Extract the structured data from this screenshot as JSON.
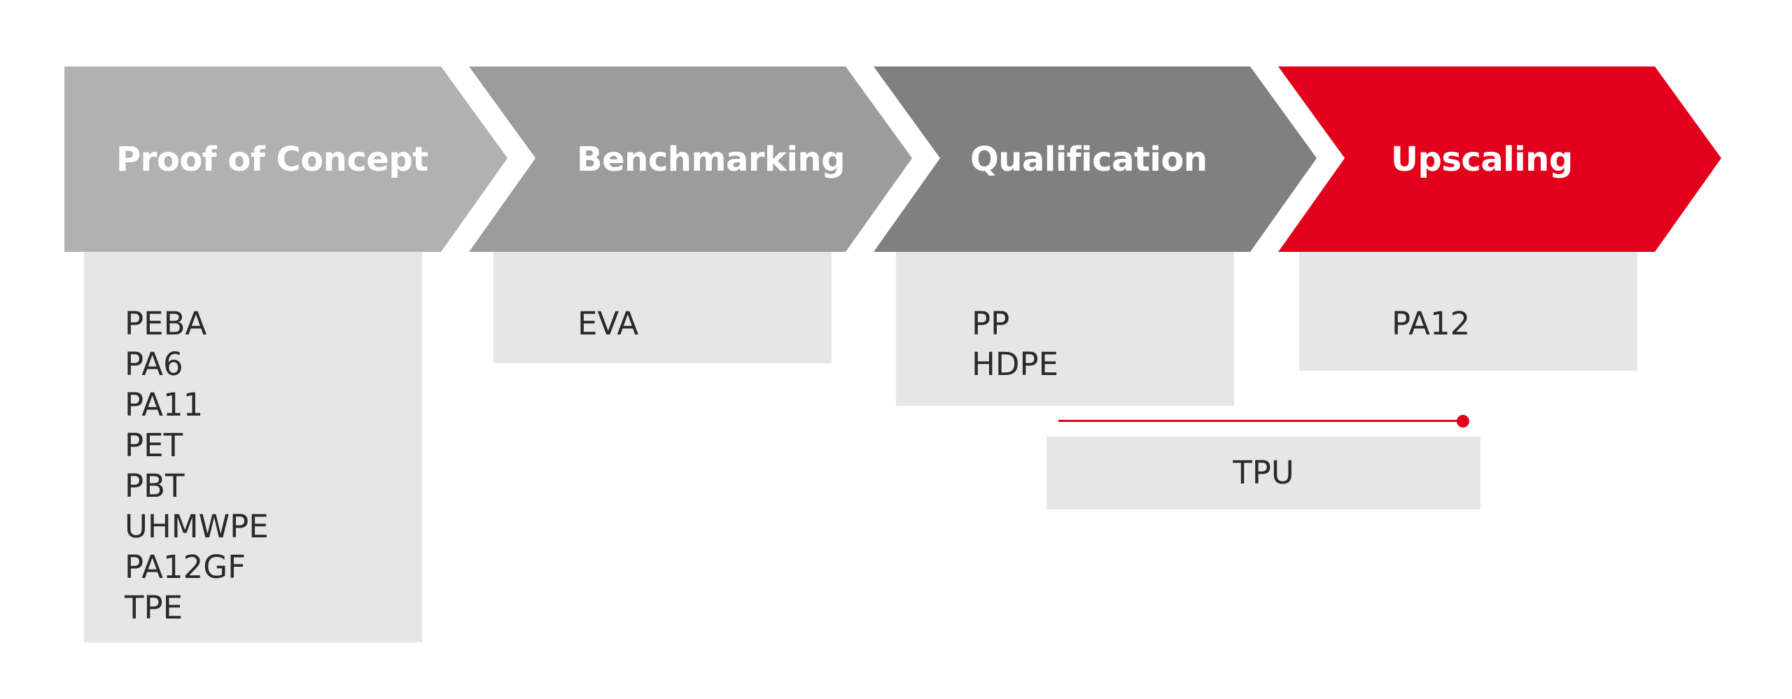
{
  "stages": [
    {
      "label": "Proof of Concept",
      "color": "#b1b1b1"
    },
    {
      "label": "Benchmarking",
      "color": "#9c9c9c"
    },
    {
      "label": "Qualification",
      "color": "#808080"
    },
    {
      "label": "Upscaling",
      "color": "#e2001a"
    }
  ],
  "materials": {
    "proof_of_concept": [
      "PEBA",
      "PA6",
      "PA11",
      "PET",
      "PBT",
      "UHMWPE",
      "PA12GF",
      "TPE"
    ],
    "benchmarking": [
      "EVA"
    ],
    "qualification": [
      "PP",
      "HDPE"
    ],
    "upscaling": [
      "PA12"
    ]
  },
  "timeline": {
    "label": "TPU",
    "accent": "#e2001a"
  },
  "box_color": "#e6e6e6"
}
